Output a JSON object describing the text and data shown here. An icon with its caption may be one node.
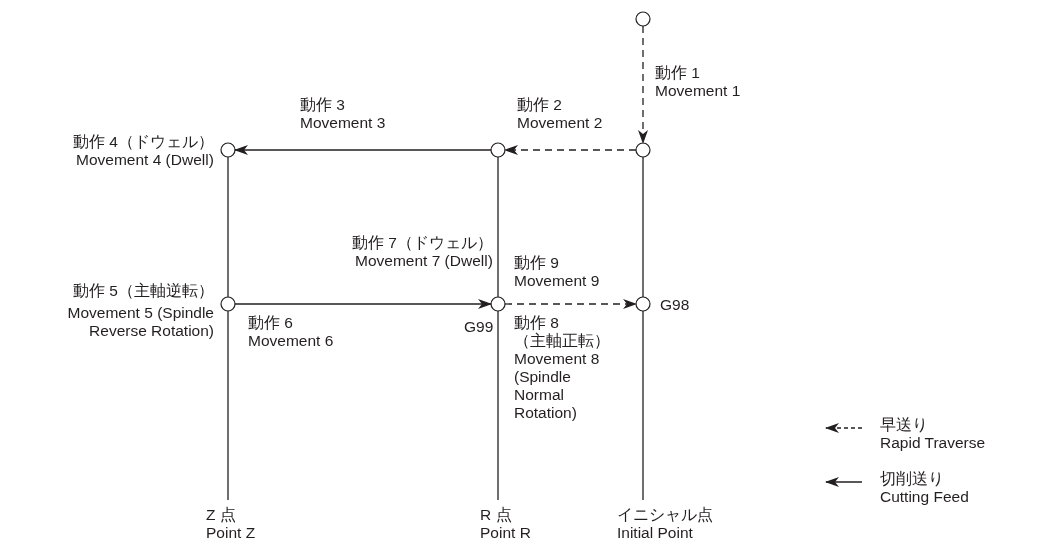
{
  "diagram": {
    "nodes": [
      {
        "text": [],
        "shape": "circle"
      },
      {
        "text": [],
        "shape": "circle"
      },
      {
        "text": [],
        "shape": "circle"
      },
      {
        "text": [],
        "shape": "circle",
        "beside": [
          "動作 4（ドウェル）",
          "Movement 4 (Dwell)"
        ]
      },
      {
        "text": [],
        "shape": "circle",
        "beside": [
          "動作 5（主軸逆転）",
          "Movement 5 (Spindle Reverse Rotation)"
        ]
      },
      {
        "text": [],
        "shape": "circle",
        "beside": [
          "動作 7（ドウェル）",
          "Movement 7 (Dwell)",
          "G99",
          "動作 8（主軸正転）",
          "Movement 8 (Spindle Normal Rotation)"
        ]
      },
      {
        "text": [],
        "shape": "circle",
        "beside": [
          "G98"
        ]
      },
      {
        "text": [
          "Z 点",
          "Point Z"
        ]
      },
      {
        "text": [
          "R 点",
          "Point R"
        ]
      },
      {
        "text": [
          "イニシャル点",
          "Initial Point"
        ]
      }
    ],
    "edges": [
      {
        "from": 0,
        "to": 1,
        "arrow": "to",
        "style": "dashed",
        "label": "動作 1 Movement 1"
      },
      {
        "from": 1,
        "to": 2,
        "arrow": "to",
        "style": "dashed",
        "label": "動作 2 Movement 2"
      },
      {
        "from": 2,
        "to": 3,
        "arrow": "to",
        "label": "動作 3 Movement 3"
      },
      {
        "from": 4,
        "to": 5,
        "arrow": "to",
        "label": "動作 6 Movement 6"
      },
      {
        "from": 5,
        "to": 6,
        "arrow": "to",
        "style": "dashed",
        "label": "動作 9 Movement 9"
      },
      {
        "from": 3,
        "to": 4,
        "arrow": "none"
      },
      {
        "from": 4,
        "to": 7,
        "arrow": "none"
      },
      {
        "from": 2,
        "to": 5,
        "arrow": "none"
      },
      {
        "from": 5,
        "to": 8,
        "arrow": "none"
      },
      {
        "from": 1,
        "to": 6,
        "arrow": "none"
      },
      {
        "from": 6,
        "to": 9,
        "arrow": "none"
      }
    ],
    "legend": [
      {
        "text": "早送り Rapid Traverse"
      },
      {
        "text": "切削送り Cutting Feed"
      }
    ]
  }
}
